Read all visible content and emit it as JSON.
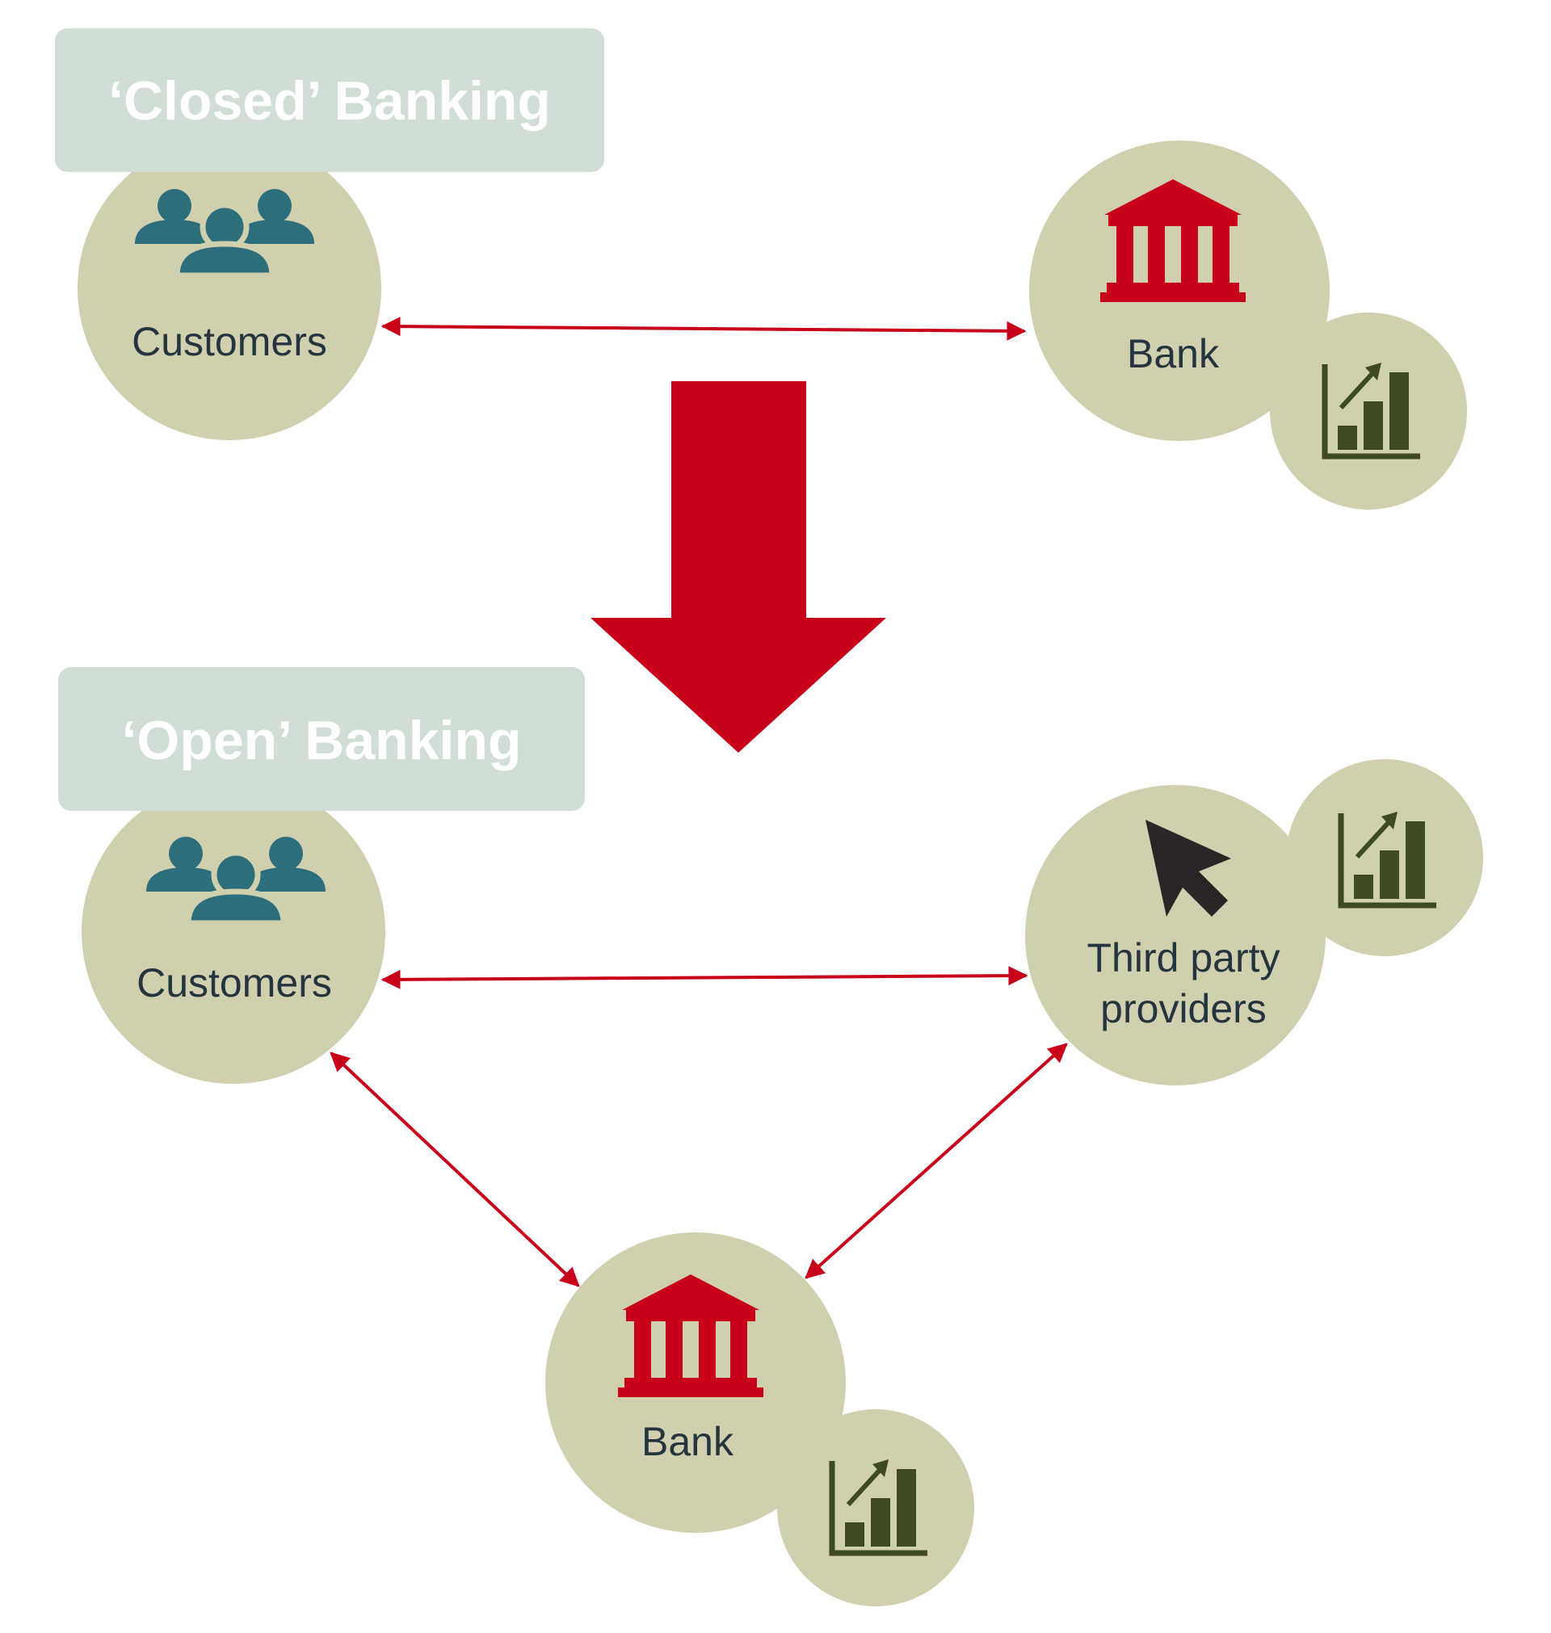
{
  "closed": {
    "title": "‘Closed’ Banking",
    "customers_label": "Customers",
    "bank_label": "Bank"
  },
  "open": {
    "title": "‘Open’ Banking",
    "customers_label": "Customers",
    "tpp_label_line1": "Third party",
    "tpp_label_line2": "providers",
    "bank_label": "Bank"
  },
  "icons": {
    "customers": "people-group-icon",
    "bank": "bank-building-icon",
    "growth": "growth-chart-icon",
    "tpp": "cursor-arrow-icon",
    "transition": "down-arrow"
  },
  "colors": {
    "circle_fill": "#d0cfae",
    "title_box": "#d0ded6",
    "title_text": "#ffffff",
    "accent_red": "#c8001a",
    "customers_icon": "#2d6e7c",
    "chart_icon": "#3d4a22",
    "cursor_icon": "#2a2625",
    "label_text": "#24353f"
  }
}
